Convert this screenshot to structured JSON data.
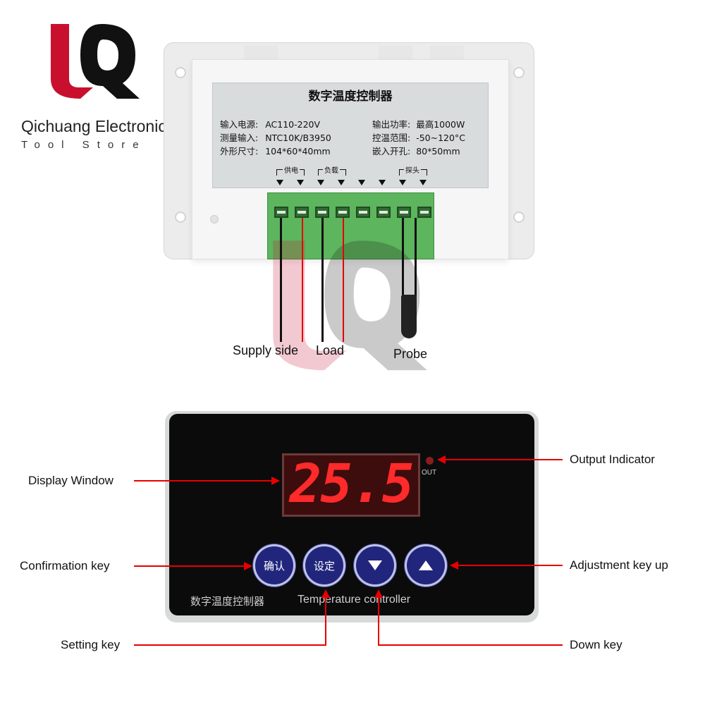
{
  "brand": {
    "name": "Qichuang Electronic",
    "sub": "Tool Store",
    "colors": {
      "red": "#c8102e",
      "black": "#111111"
    }
  },
  "top_device": {
    "label_title": "数字温度控制器",
    "specs_left": [
      {
        "label": "输入电源:",
        "value": "AC110-220V"
      },
      {
        "label": "测量输入:",
        "value": "NTC10K/B3950"
      },
      {
        "label": "外形尺寸:",
        "value": "104*60*40mm"
      }
    ],
    "specs_right": [
      {
        "label": "输出功率:",
        "value": "最高1000W"
      },
      {
        "label": "控温范围:",
        "value": "-50~120°C"
      },
      {
        "label": "嵌入开孔:",
        "value": "80*50mm"
      }
    ],
    "groups": {
      "supply": "供电",
      "load": "负载",
      "probe": "探头"
    },
    "callouts": {
      "supply": "Supply side",
      "load": "Load",
      "probe": "Probe"
    }
  },
  "bottom_device": {
    "display_value": "25.5",
    "out_label": "OUT",
    "key_confirm": "确认",
    "key_set": "设定",
    "key_down_icon": "triangle-down-icon",
    "key_up_icon": "triangle-up-icon",
    "panel_cn": "数字温度控制器",
    "panel_en": "Temperature controller",
    "display_color": "#ff2a2a",
    "key_color": "#21267c"
  },
  "annotations": {
    "output_indicator": "Output Indicator",
    "display_window": "Display Window",
    "confirmation_key": "Confirmation key",
    "adjustment_up": "Adjustment key up",
    "setting_key": "Setting key",
    "down_key": "Down key"
  }
}
